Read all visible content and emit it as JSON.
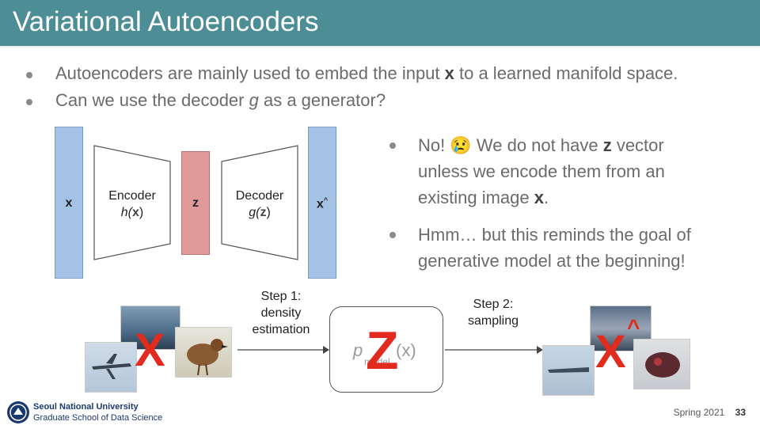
{
  "title": "Variational Autoencoders",
  "bullets": {
    "b1_pre": "Autoencoders are mainly used to embed the input ",
    "b1_bold": "x",
    "b1_post": " to a learned manifold space.",
    "b2_pre": "Can we use the decoder ",
    "b2_italic": "g",
    "b2_post": " as a generator?"
  },
  "diagram": {
    "x_label": "x",
    "encoder_label": "Encoder",
    "encoder_fn_pre": "h(",
    "encoder_fn_bold": "x",
    "encoder_fn_post": ")",
    "z_label": "z",
    "decoder_label": "Decoder",
    "decoder_fn_pre": "g(",
    "decoder_fn_bold": "z",
    "decoder_fn_post": ")",
    "xhat_label": "x",
    "xhat_mark": "^"
  },
  "right": {
    "r1_line1_pre": "No! ",
    "r1_emoji": "😢",
    "r1_line1_mid": " We do not have ",
    "r1_line1_bold": "z",
    "r1_line1_post": " vector",
    "r1_line2": "unless we encode them from an",
    "r1_line3_pre": "existing image ",
    "r1_line3_bold": "x",
    "r1_line3_post": ".",
    "r2_line1": "Hmm… but this reminds the goal of",
    "r2_line2": "generative model at the beginning!"
  },
  "flow": {
    "big_x": "X",
    "step1_line1": "Step 1:",
    "step1_line2": "density",
    "step1_line3": "estimation",
    "p_symbol": "p",
    "p_subscript": "model",
    "p_arg": "(x)",
    "big_z": "Z",
    "step2_line1": "Step 2:",
    "step2_line2": "sampling",
    "big_xhat": "X",
    "big_xhat_mark": "^"
  },
  "footer": {
    "university": "Seoul National University",
    "school": "Graduate School of Data Science",
    "term": "Spring 2021",
    "page": "33"
  }
}
